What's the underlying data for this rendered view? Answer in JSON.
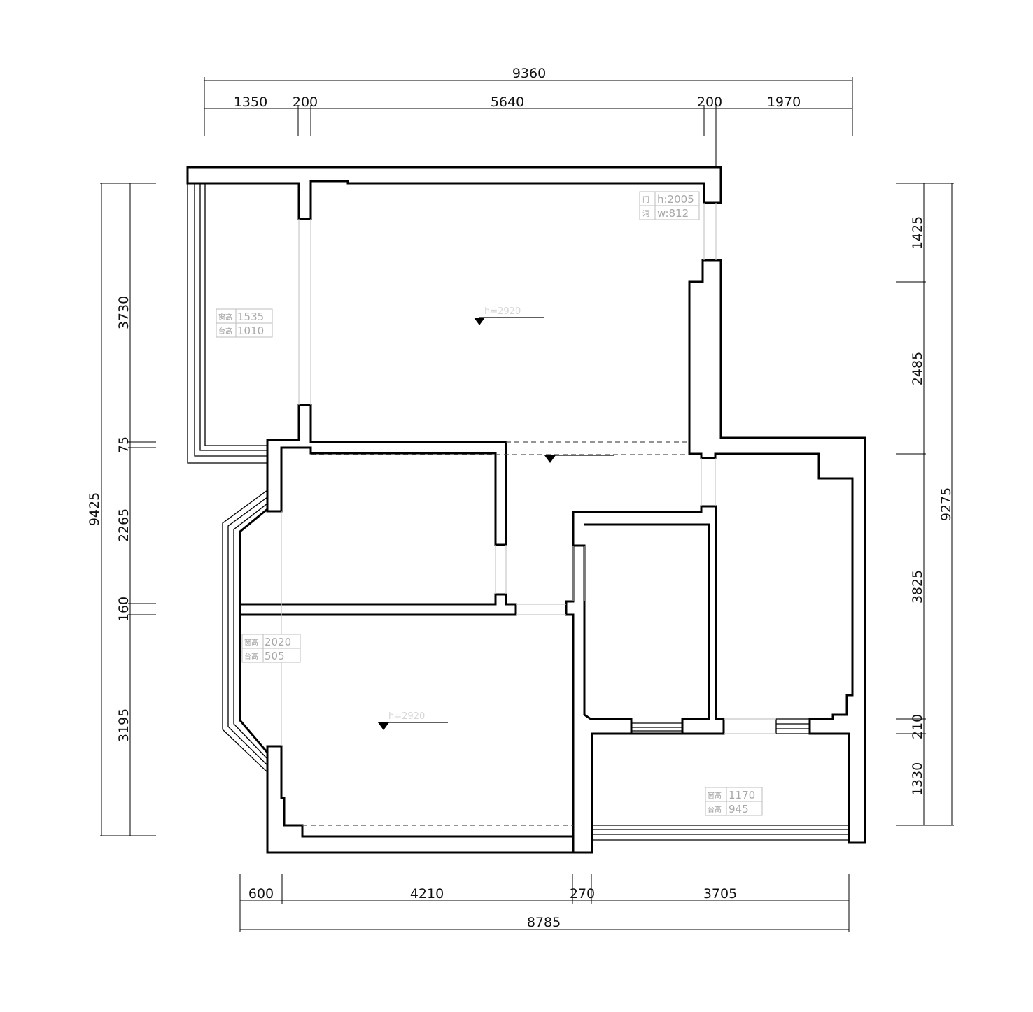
{
  "dimensions": {
    "top_total": "9360",
    "top_segments": [
      "1350",
      "200",
      "5640",
      "200",
      "1970"
    ],
    "bottom_segments": [
      "600",
      "4210",
      "270",
      "3705"
    ],
    "bottom_total": "8785",
    "left_total": "9425",
    "left_segments": [
      "3730",
      "75",
      "2265",
      "160",
      "3195"
    ],
    "right_total": "9275",
    "right_segments": [
      "1425",
      "2485",
      "3825",
      "210",
      "1330"
    ]
  },
  "labels": {
    "door_opening": {
      "row1_key": "门",
      "row1_val": "h:2005",
      "row2_key": "洞",
      "row2_val": "w:812"
    },
    "window_balcony": {
      "row1_key": "窗高",
      "row1_val": "1535",
      "row2_key": "台高",
      "row2_val": "1010"
    },
    "window_bay": {
      "row1_key": "窗高",
      "row1_val": "2020",
      "row2_key": "台高",
      "row2_val": "505"
    },
    "window_bottom_right": {
      "row1_key": "窗高",
      "row1_val": "1170",
      "row2_key": "台高",
      "row2_val": "945"
    }
  },
  "level_marks": {
    "living": "h=2920",
    "hall": "",
    "bedroom": "h=2920"
  }
}
